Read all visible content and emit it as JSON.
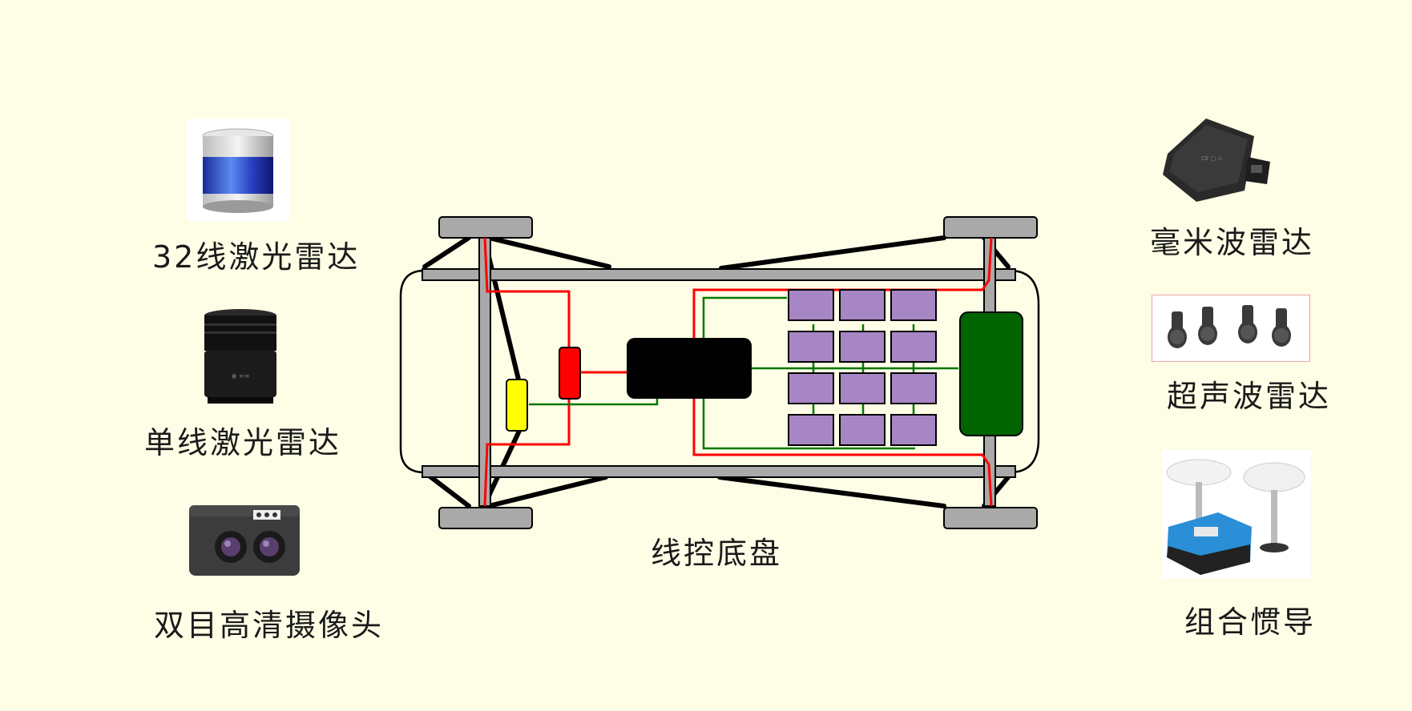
{
  "left_sensors": {
    "lidar32": {
      "label": "32线激光雷达",
      "icon": "lidar-32-icon"
    },
    "lidar_single": {
      "label": "单线激光雷达",
      "icon": "lidar-single-icon"
    },
    "stereo_camera": {
      "label": "双目高清摄像头",
      "icon": "stereo-camera-icon"
    }
  },
  "right_sensors": {
    "mmwave_radar": {
      "label": "毫米波雷达",
      "icon": "mmwave-radar-icon"
    },
    "ultrasonic_radar": {
      "label": "超声波雷达",
      "icon": "ultrasonic-radar-icon"
    },
    "ins": {
      "label": "组合惯导",
      "icon": "gnss-ins-icon"
    }
  },
  "chassis": {
    "label": "线控底盘",
    "colors": {
      "frame": "#a9a9a9",
      "power_line": "#ff0000",
      "signal_line": "#007700",
      "steering_module": "#ffff00",
      "brake_module": "#ff0000",
      "controller": "#000000",
      "battery_cell": "#a786c4",
      "motor": "#006400"
    }
  }
}
